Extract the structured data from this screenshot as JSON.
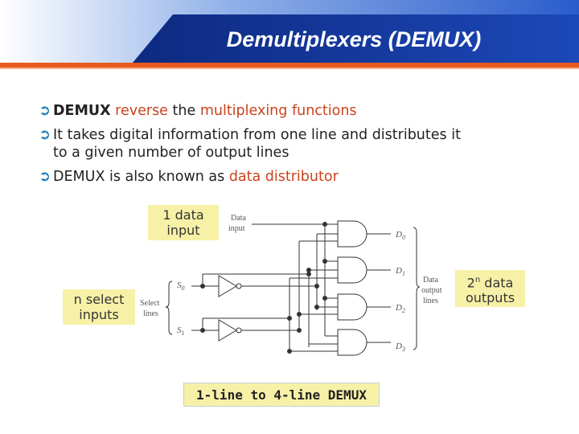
{
  "slide": {
    "title": "Demultiplexers (DEMUX)",
    "bullets": {
      "b1": {
        "strong": "DEMUX",
        "mid1": " reverse",
        "plain1": " the ",
        "red2": "multiplexing functions"
      },
      "b2": {
        "line1": "It takes digital information from one line and distributes it",
        "line2": "to a given number of output lines"
      },
      "b3": {
        "plain": "DEMUX is also known as ",
        "red": "data distributor"
      }
    },
    "callouts": {
      "data_input": {
        "line1": "1 data",
        "line2": "input"
      },
      "select": {
        "line1": "n select",
        "line2": "inputs"
      },
      "outputs": {
        "line1": "2",
        "sup": "n",
        "line1b": " data",
        "line2": "outputs"
      }
    },
    "diagram": {
      "data_input_label": {
        "line1": "Data",
        "line2": "input"
      },
      "select_label": {
        "line1": "Select",
        "line2": "lines"
      },
      "output_label": {
        "line1": "Data",
        "line2": "output",
        "line3": "lines"
      },
      "s0": "S",
      "s0_sub": "0",
      "s1": "S",
      "s1_sub": "1",
      "outputs": [
        {
          "name": "D",
          "sub": "0"
        },
        {
          "name": "D",
          "sub": "1"
        },
        {
          "name": "D",
          "sub": "2"
        },
        {
          "name": "D",
          "sub": "3"
        }
      ]
    },
    "caption": "1-line to 4-line DEMUX",
    "colors": {
      "header_dark": "#0f2f8c",
      "header_light": "#2f6bd8",
      "accent_orange": "#e65a1e",
      "highlight_red": "#c8431c",
      "callout_yellow": "#f7f1a8",
      "bullet_arrow": "#1f7ab8"
    }
  }
}
